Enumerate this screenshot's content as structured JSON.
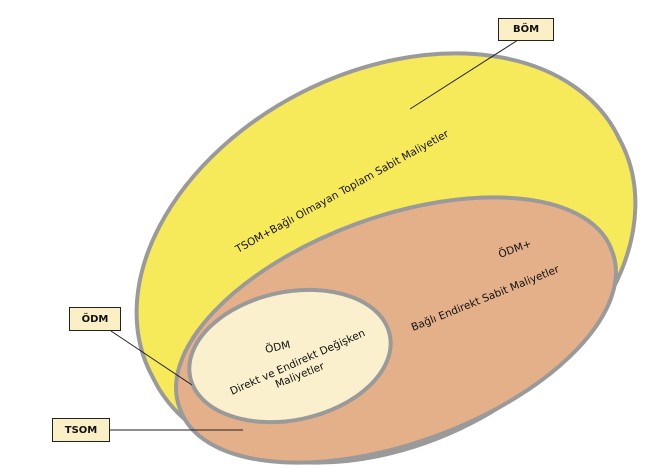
{
  "colors": {
    "outer": "#f7ea5a",
    "middle": "#e4b08a",
    "inner": "#faf0cd",
    "stroke": "#9a9a9a",
    "callout": "#fbefc6"
  },
  "callouts": {
    "bom": "BÖM",
    "odm": "ÖDM",
    "tsom": "TSOM"
  },
  "regions": {
    "outer_label": "TSOM+Bağlı Olmayan Toplam Sabit Maliyetler",
    "middle_label_1": "ÖDM+",
    "middle_label_2": "Bağlı Endirekt Sabit Maliyetler",
    "inner_label_1": "ÖDM",
    "inner_label_2": "Direkt ve Endirekt Değişken",
    "inner_label_3": "Maliyetler"
  }
}
